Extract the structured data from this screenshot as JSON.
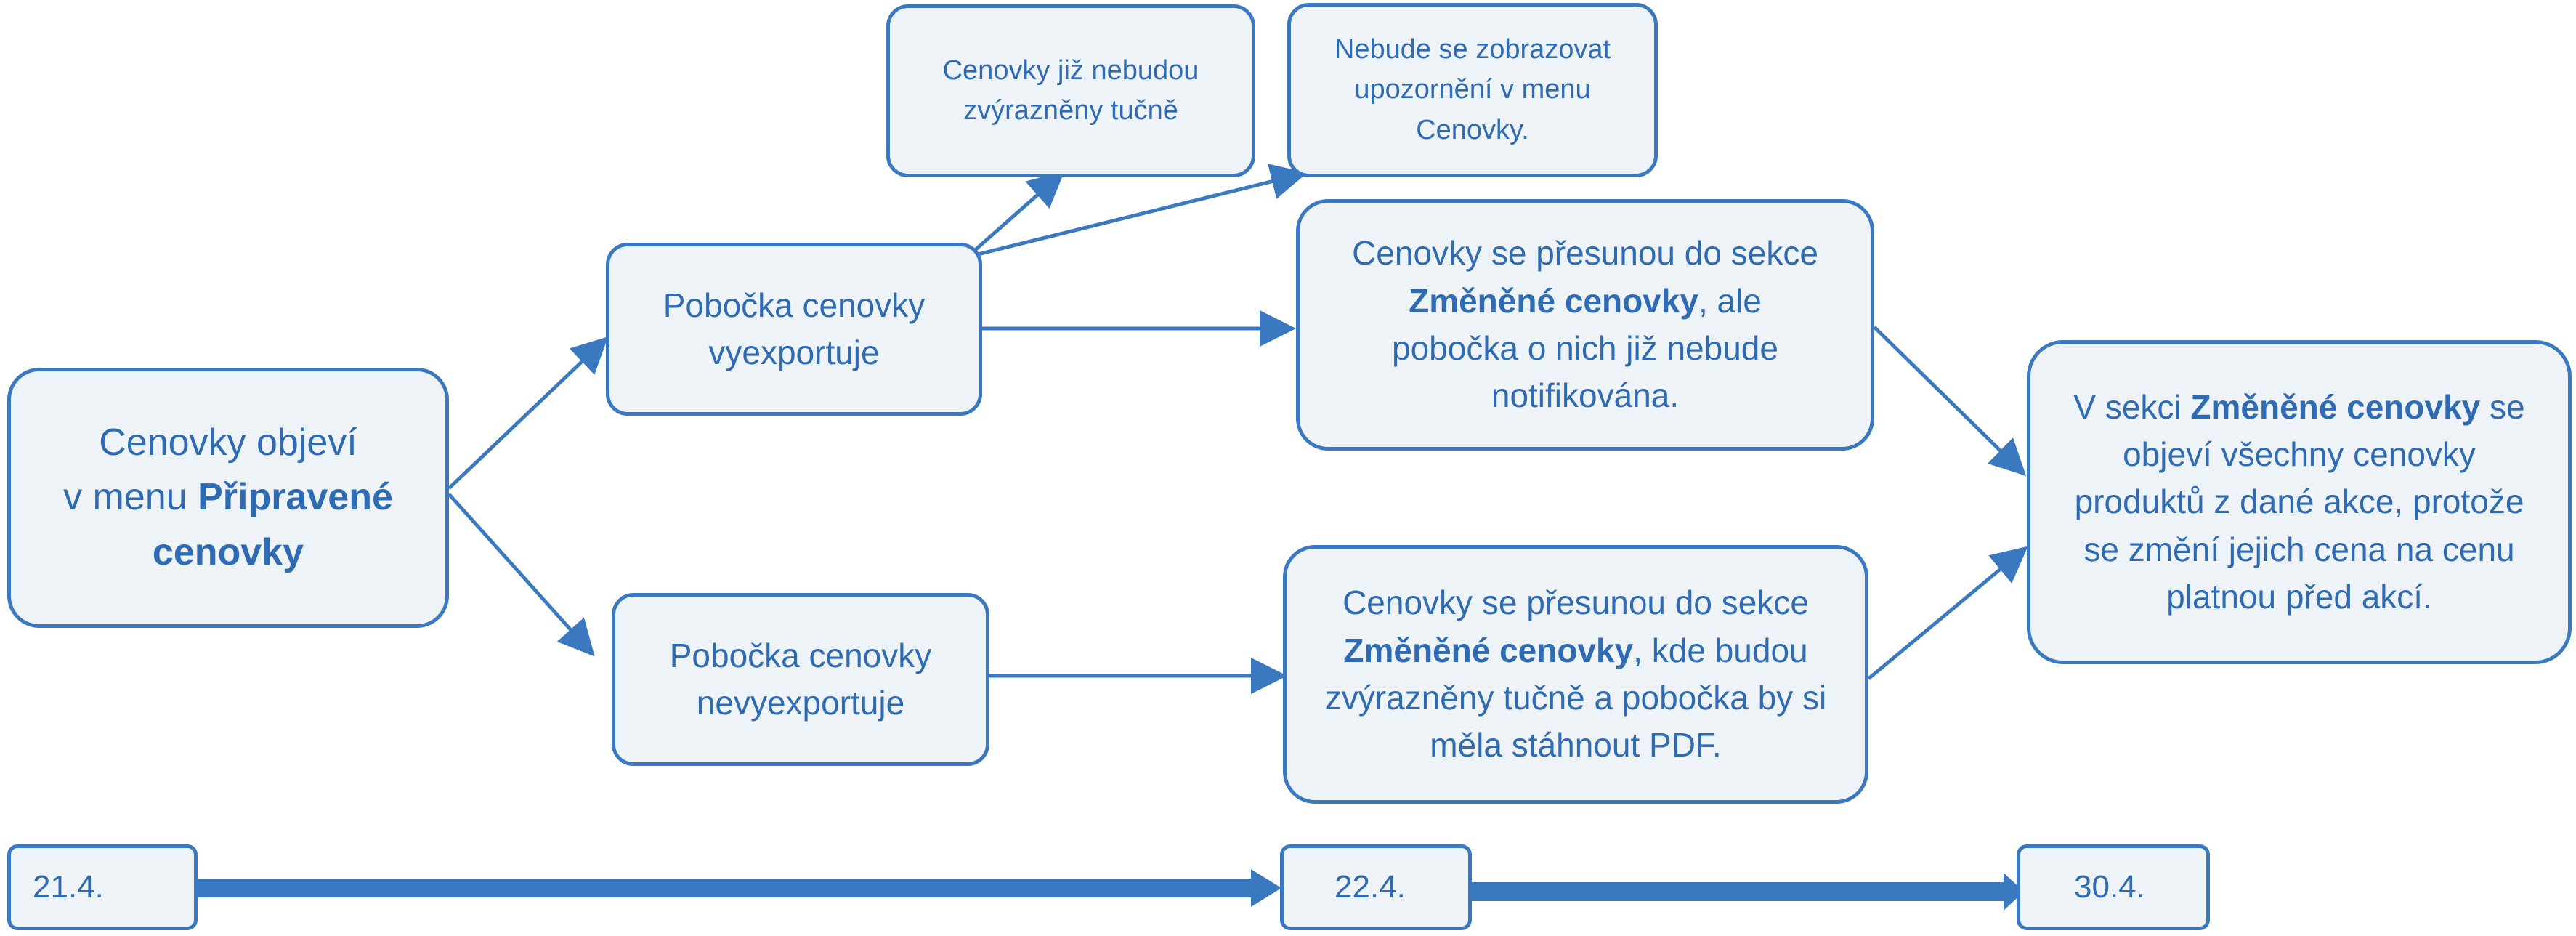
{
  "nodes": {
    "start": {
      "pre": "Cenovky objeví",
      "line2_pre": "v menu ",
      "bold": "Připravené cenovky"
    },
    "exported": {
      "text": "Pobočka cenovky vyexportuje"
    },
    "not_exported": {
      "text": "Pobočka cenovky nevyexportuje"
    },
    "note_bold": {
      "text": "Cenovky již nebudou zvýrazněny tučně"
    },
    "note_warning": {
      "text": "Nebude se zobrazovat upozornění v menu Cenovky."
    },
    "moved_exported": {
      "pre": "Cenovky se přesunou do sekce ",
      "bold": "Změněné cenovky",
      "post": ", ale pobočka o nich již nebude notifikována."
    },
    "moved_not_exported": {
      "pre": "Cenovky se přesunou do sekce ",
      "bold": "Změněné cenovky",
      "post": ", kde budou zvýrazněny tučně a pobočka by si měla stáhnout PDF."
    },
    "final": {
      "pre": "V sekci ",
      "bold": "Změněné cenovky",
      "post": " se objeví všechny cenovky produktů z dané akce, protože se změní jejich cena na cenu platnou před akcí."
    }
  },
  "timeline": {
    "d1": "21.4.",
    "d2": "22.4.",
    "d3": "30.4."
  },
  "colors": {
    "accent": "#3a78c0",
    "text": "#2f6bb3",
    "fill": "#eef3f8"
  }
}
